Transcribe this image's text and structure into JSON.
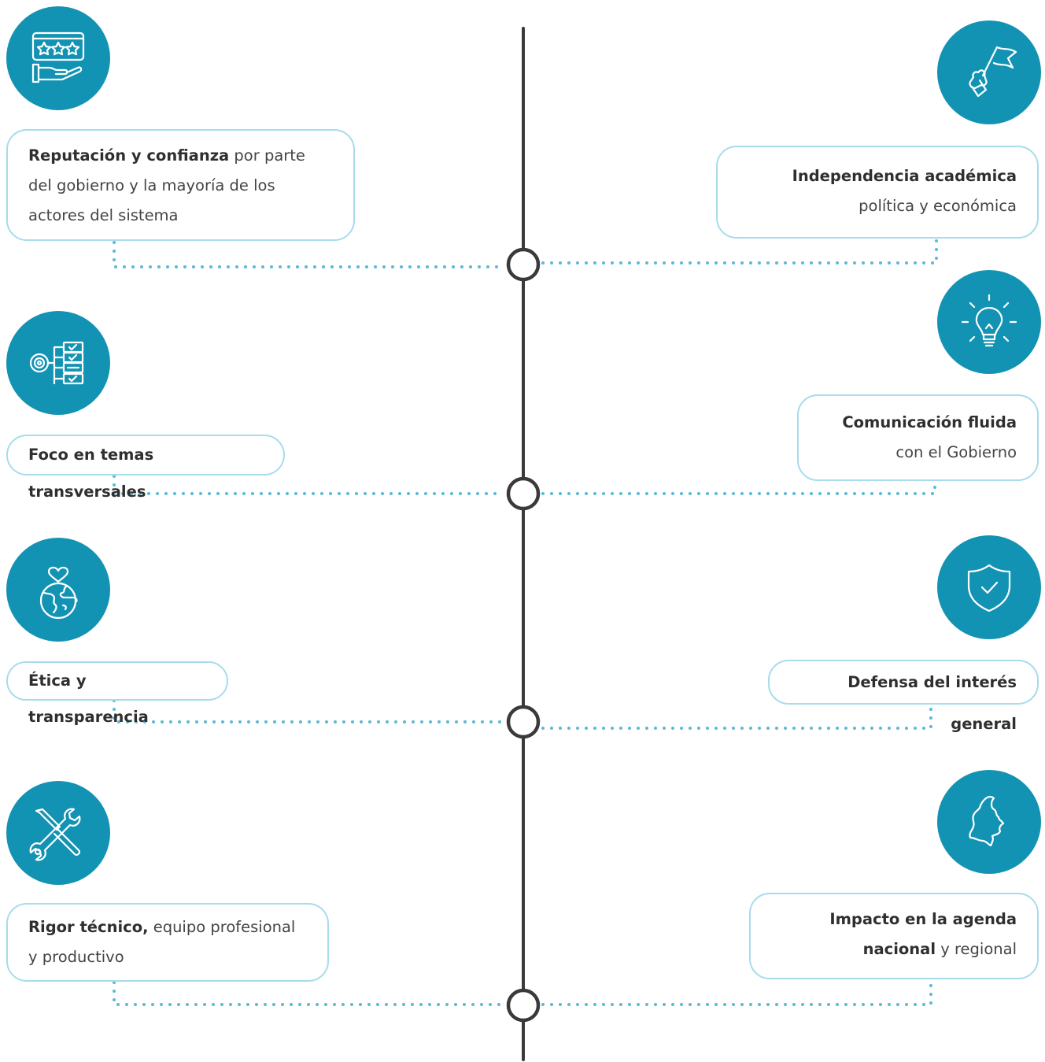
{
  "colors": {
    "accent": "#1393b3",
    "card_border": "#a6dcec",
    "line": "#3a3a3a",
    "dots": "#5bbad5"
  },
  "left_items": [
    {
      "icon": "stars-hand-icon",
      "bold": "Reputación y confianza",
      "rest": " por parte del gobierno y la mayoría de los actores del sistema"
    },
    {
      "icon": "target-checklist-icon",
      "bold": "Foco en temas transversales",
      "rest": ""
    },
    {
      "icon": "globe-heart-icon",
      "bold": "Ética y transparencia",
      "rest": ""
    },
    {
      "icon": "wrench-screwdriver-icon",
      "bold": "Rigor técnico,",
      "rest": " equipo profesional y productivo"
    }
  ],
  "right_items": [
    {
      "icon": "flag-hand-icon",
      "bold": "Independencia académica",
      "rest": " política y económica"
    },
    {
      "icon": "lightbulb-icon",
      "bold": "Comunicación fluida",
      "rest": " con el Gobierno"
    },
    {
      "icon": "shield-check-icon",
      "bold": "Defensa del interés general",
      "rest": ""
    },
    {
      "icon": "colombia-map-icon",
      "bold": "Impacto en la agenda nacional",
      "rest": " y regional"
    }
  ]
}
